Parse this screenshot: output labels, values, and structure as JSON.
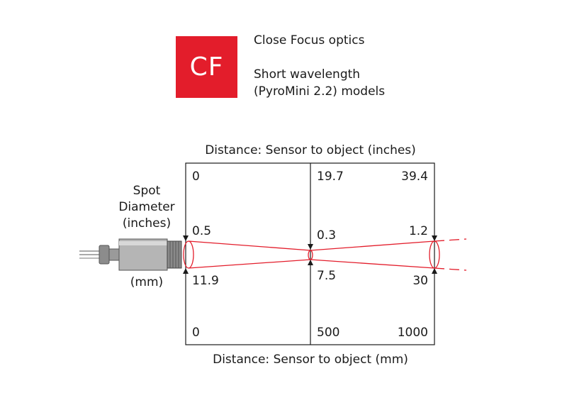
{
  "badge": {
    "text": "CF",
    "color": "#e31d2b"
  },
  "info": {
    "line1": "Close Focus optics",
    "line2": "Short wavelength",
    "line3": "(PyroMini 2.2) models"
  },
  "diagram": {
    "top_title": "Distance: Sensor to object (inches)",
    "bottom_title": "Distance: Sensor to object (mm)",
    "left_label_line1": "Spot",
    "left_label_line2": "Diameter",
    "left_label_line3": "(inches)",
    "mm_label": "(mm)",
    "distance_inches": [
      "0",
      "19.7",
      "39.4"
    ],
    "distance_mm": [
      "0",
      "500",
      "1000"
    ],
    "spot_inches": [
      "0.5",
      "0.3",
      "1.2"
    ],
    "spot_mm": [
      "11.9",
      "7.5",
      "30"
    ],
    "beam_color": "#e31d2b"
  }
}
